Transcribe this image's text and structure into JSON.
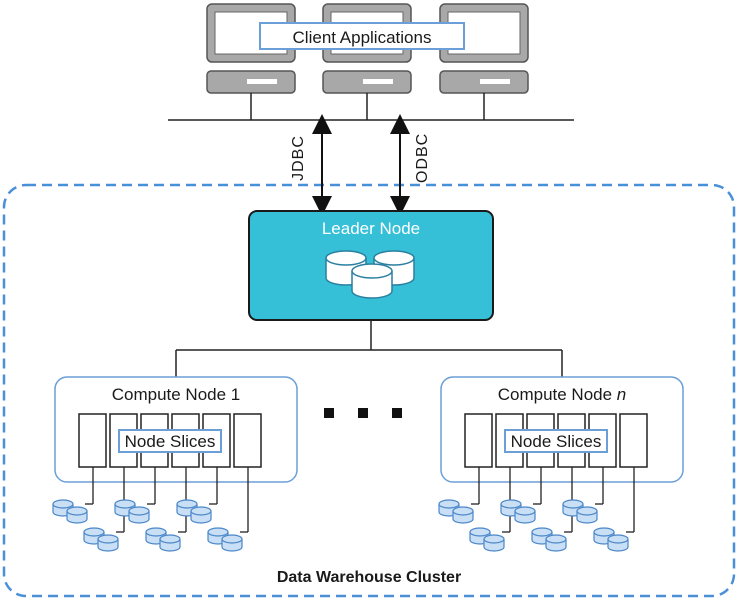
{
  "clients": {
    "label": "Client Applications",
    "monitor_icon": "desktop-computer-icon"
  },
  "connections": {
    "jdbc": "JDBC",
    "odbc": "ODBC"
  },
  "leader": {
    "label": "Leader Node",
    "icon": "database-cylinders-icon",
    "fill": "#35c0d8"
  },
  "compute_nodes": [
    {
      "title_prefix": "Compute Node",
      "title_suffix": "1",
      "slices_label": "Node Slices"
    },
    {
      "title_prefix": "Compute Node",
      "title_suffix": "n",
      "slices_label": "Node Slices"
    }
  ],
  "cluster": {
    "label": "Data Warehouse Cluster",
    "border_color": "#4a90d9"
  },
  "colors": {
    "accent_border": "#6a9fd8",
    "disk_fill": "#c9dff5",
    "disk_stroke": "#4a86c8",
    "monitor_gray": "#a8a8a8"
  }
}
